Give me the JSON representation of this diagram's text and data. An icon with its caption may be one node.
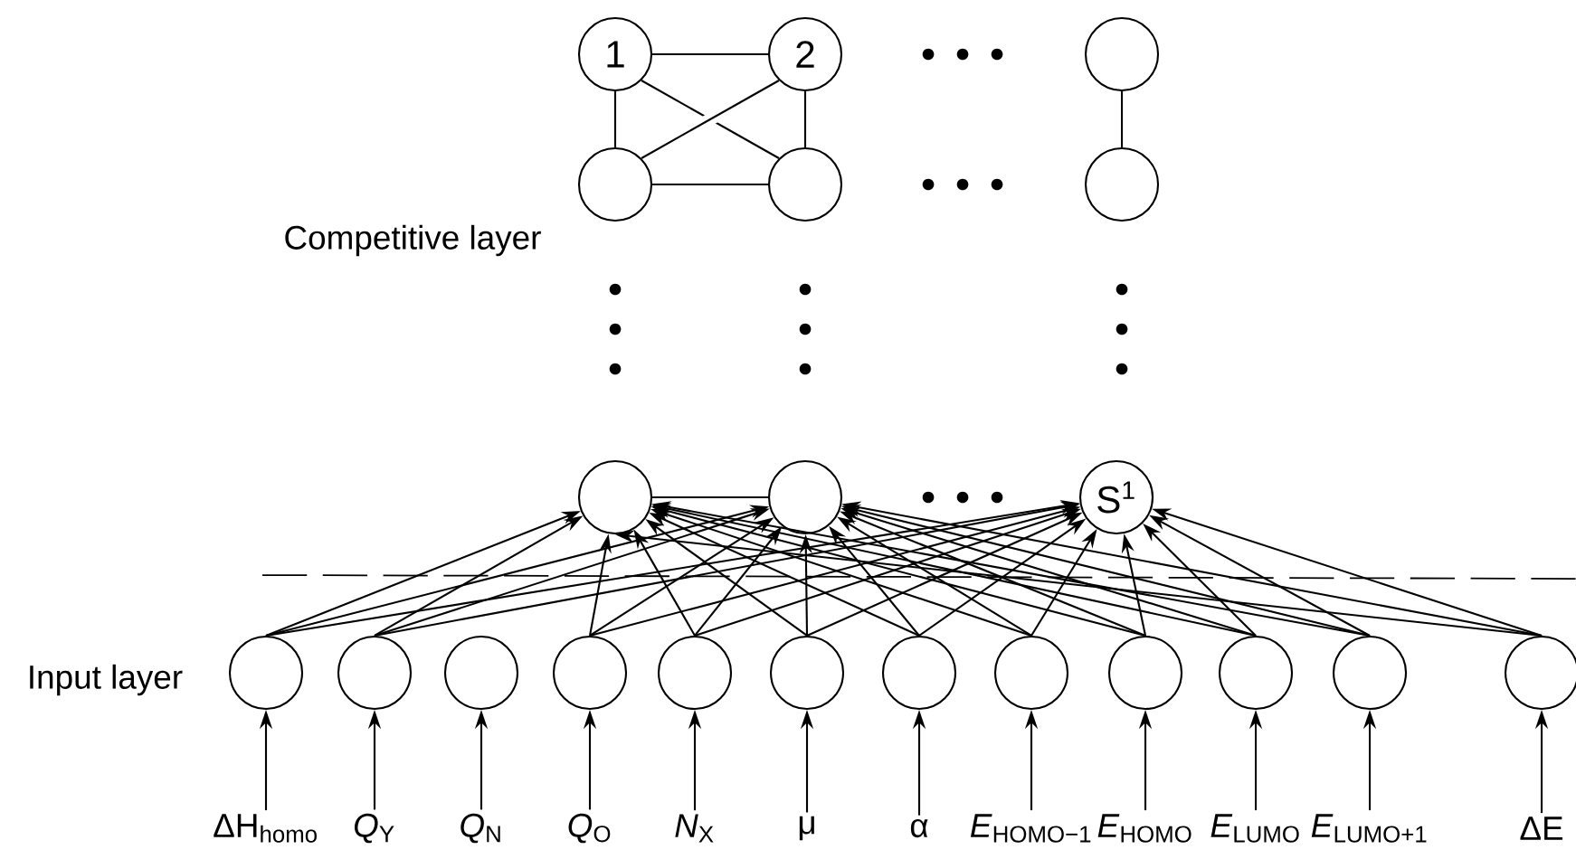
{
  "diagram": {
    "nodes": [
      {
        "text": [
          "1"
        ]
      },
      {
        "text": [
          "2"
        ]
      },
      {
        "text": [],
        "shape": "circle"
      },
      {
        "text": [],
        "shape": "circle"
      },
      {
        "text": [],
        "shape": "circle"
      },
      {
        "text": [],
        "shape": "circle"
      },
      {
        "text": [],
        "shape": "circle"
      },
      {
        "text": [],
        "shape": "circle"
      },
      {
        "text": [
          "S$^{1}$"
        ]
      },
      {
        "text": [],
        "shape": "circle"
      },
      {
        "text": [],
        "shape": "circle"
      },
      {
        "text": [],
        "shape": "circle"
      },
      {
        "text": [],
        "shape": "circle"
      },
      {
        "text": [],
        "shape": "circle"
      },
      {
        "text": [],
        "shape": "circle"
      },
      {
        "text": [],
        "shape": "circle"
      },
      {
        "text": [],
        "shape": "circle"
      },
      {
        "text": [],
        "shape": "circle"
      },
      {
        "text": [],
        "shape": "circle"
      },
      {
        "text": [],
        "shape": "circle"
      },
      {
        "text": [],
        "shape": "circle"
      },
      {
        "text": [
          "ΔH$_{homo}$"
        ]
      },
      {
        "text": [
          "*Q*$_{Y}$"
        ]
      },
      {
        "text": [
          "*Q*$_{N}$"
        ]
      },
      {
        "text": [
          "*Q*$_{O}$"
        ]
      },
      {
        "text": [
          "*N*$_{X}$"
        ]
      },
      {
        "text": [
          "μ"
        ]
      },
      {
        "text": [
          "α"
        ]
      },
      {
        "text": [
          "*E*$_{HOMO−1}$"
        ]
      },
      {
        "text": [
          "*E*$_{HOMO}$"
        ]
      },
      {
        "text": [
          "*E*$_{LUMO}$"
        ]
      },
      {
        "text": [
          "*E*$_{LUMO+1}$"
        ]
      },
      {
        "text": [
          "ΔE"
        ]
      }
    ],
    "edges": [
      {
        "from": 0,
        "to": 1,
        "arrow": "none"
      },
      {
        "from": 0,
        "to": 3,
        "arrow": "none"
      },
      {
        "from": 1,
        "to": 4,
        "arrow": "none"
      },
      {
        "from": 0,
        "to": 4,
        "arrow": "none"
      },
      {
        "from": 1,
        "to": 3,
        "arrow": "none"
      },
      {
        "from": 3,
        "to": 4,
        "arrow": "none"
      },
      {
        "from": 2,
        "to": 5,
        "arrow": "none"
      },
      {
        "from": 6,
        "to": 7,
        "arrow": "none"
      },
      {
        "from": 9,
        "to": 6,
        "arrow": "to"
      },
      {
        "from": 9,
        "to": 7,
        "arrow": "to"
      },
      {
        "from": 9,
        "to": 8,
        "arrow": "to"
      },
      {
        "from": 10,
        "to": 6,
        "arrow": "to"
      },
      {
        "from": 10,
        "to": 7,
        "arrow": "to"
      },
      {
        "from": 10,
        "to": 8,
        "arrow": "to"
      },
      {
        "from": 12,
        "to": 6,
        "arrow": "to"
      },
      {
        "from": 12,
        "to": 7,
        "arrow": "to"
      },
      {
        "from": 12,
        "to": 8,
        "arrow": "to"
      },
      {
        "from": 13,
        "to": 6,
        "arrow": "to"
      },
      {
        "from": 13,
        "to": 7,
        "arrow": "to"
      },
      {
        "from": 13,
        "to": 8,
        "arrow": "to"
      },
      {
        "from": 14,
        "to": 6,
        "arrow": "to"
      },
      {
        "from": 14,
        "to": 7,
        "arrow": "to"
      },
      {
        "from": 14,
        "to": 8,
        "arrow": "to"
      },
      {
        "from": 15,
        "to": 6,
        "arrow": "to"
      },
      {
        "from": 15,
        "to": 7,
        "arrow": "to"
      },
      {
        "from": 15,
        "to": 8,
        "arrow": "to"
      },
      {
        "from": 16,
        "to": 6,
        "arrow": "to"
      },
      {
        "from": 16,
        "to": 7,
        "arrow": "to"
      },
      {
        "from": 16,
        "to": 8,
        "arrow": "to"
      },
      {
        "from": 17,
        "to": 6,
        "arrow": "to"
      },
      {
        "from": 17,
        "to": 7,
        "arrow": "to"
      },
      {
        "from": 17,
        "to": 8,
        "arrow": "to"
      },
      {
        "from": 18,
        "to": 6,
        "arrow": "to"
      },
      {
        "from": 18,
        "to": 7,
        "arrow": "to"
      },
      {
        "from": 18,
        "to": 8,
        "arrow": "to"
      },
      {
        "from": 19,
        "to": 6,
        "arrow": "to"
      },
      {
        "from": 19,
        "to": 7,
        "arrow": "to"
      },
      {
        "from": 19,
        "to": 8,
        "arrow": "to"
      },
      {
        "from": 20,
        "to": 6,
        "arrow": "to"
      },
      {
        "from": 20,
        "to": 7,
        "arrow": "to"
      },
      {
        "from": 20,
        "to": 8,
        "arrow": "to"
      },
      {
        "from": 21,
        "to": 9,
        "arrow": "to"
      },
      {
        "from": 22,
        "to": 10,
        "arrow": "to"
      },
      {
        "from": 23,
        "to": 11,
        "arrow": "to"
      },
      {
        "from": 24,
        "to": 12,
        "arrow": "to"
      },
      {
        "from": 25,
        "to": 13,
        "arrow": "to"
      },
      {
        "from": 26,
        "to": 14,
        "arrow": "to"
      },
      {
        "from": 27,
        "to": 15,
        "arrow": "to"
      },
      {
        "from": 28,
        "to": 16,
        "arrow": "to"
      },
      {
        "from": 29,
        "to": 17,
        "arrow": "to"
      },
      {
        "from": 30,
        "to": 18,
        "arrow": "to"
      },
      {
        "from": 31,
        "to": 19,
        "arrow": "to"
      },
      {
        "from": 32,
        "to": 20,
        "arrow": "to"
      }
    ],
    "labels": [
      "Competitive layer",
      "Input layer"
    ]
  }
}
